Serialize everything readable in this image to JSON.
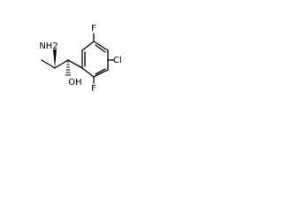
{
  "molecule": {
    "atoms": {
      "amine": "NH2",
      "hydroxyl": "OH",
      "chloro": "Cl",
      "fluoro_top": "F",
      "fluoro_bottom": "F"
    },
    "stereo": {
      "amine_bond": "wedge",
      "hydroxyl_bond": "hash"
    }
  }
}
